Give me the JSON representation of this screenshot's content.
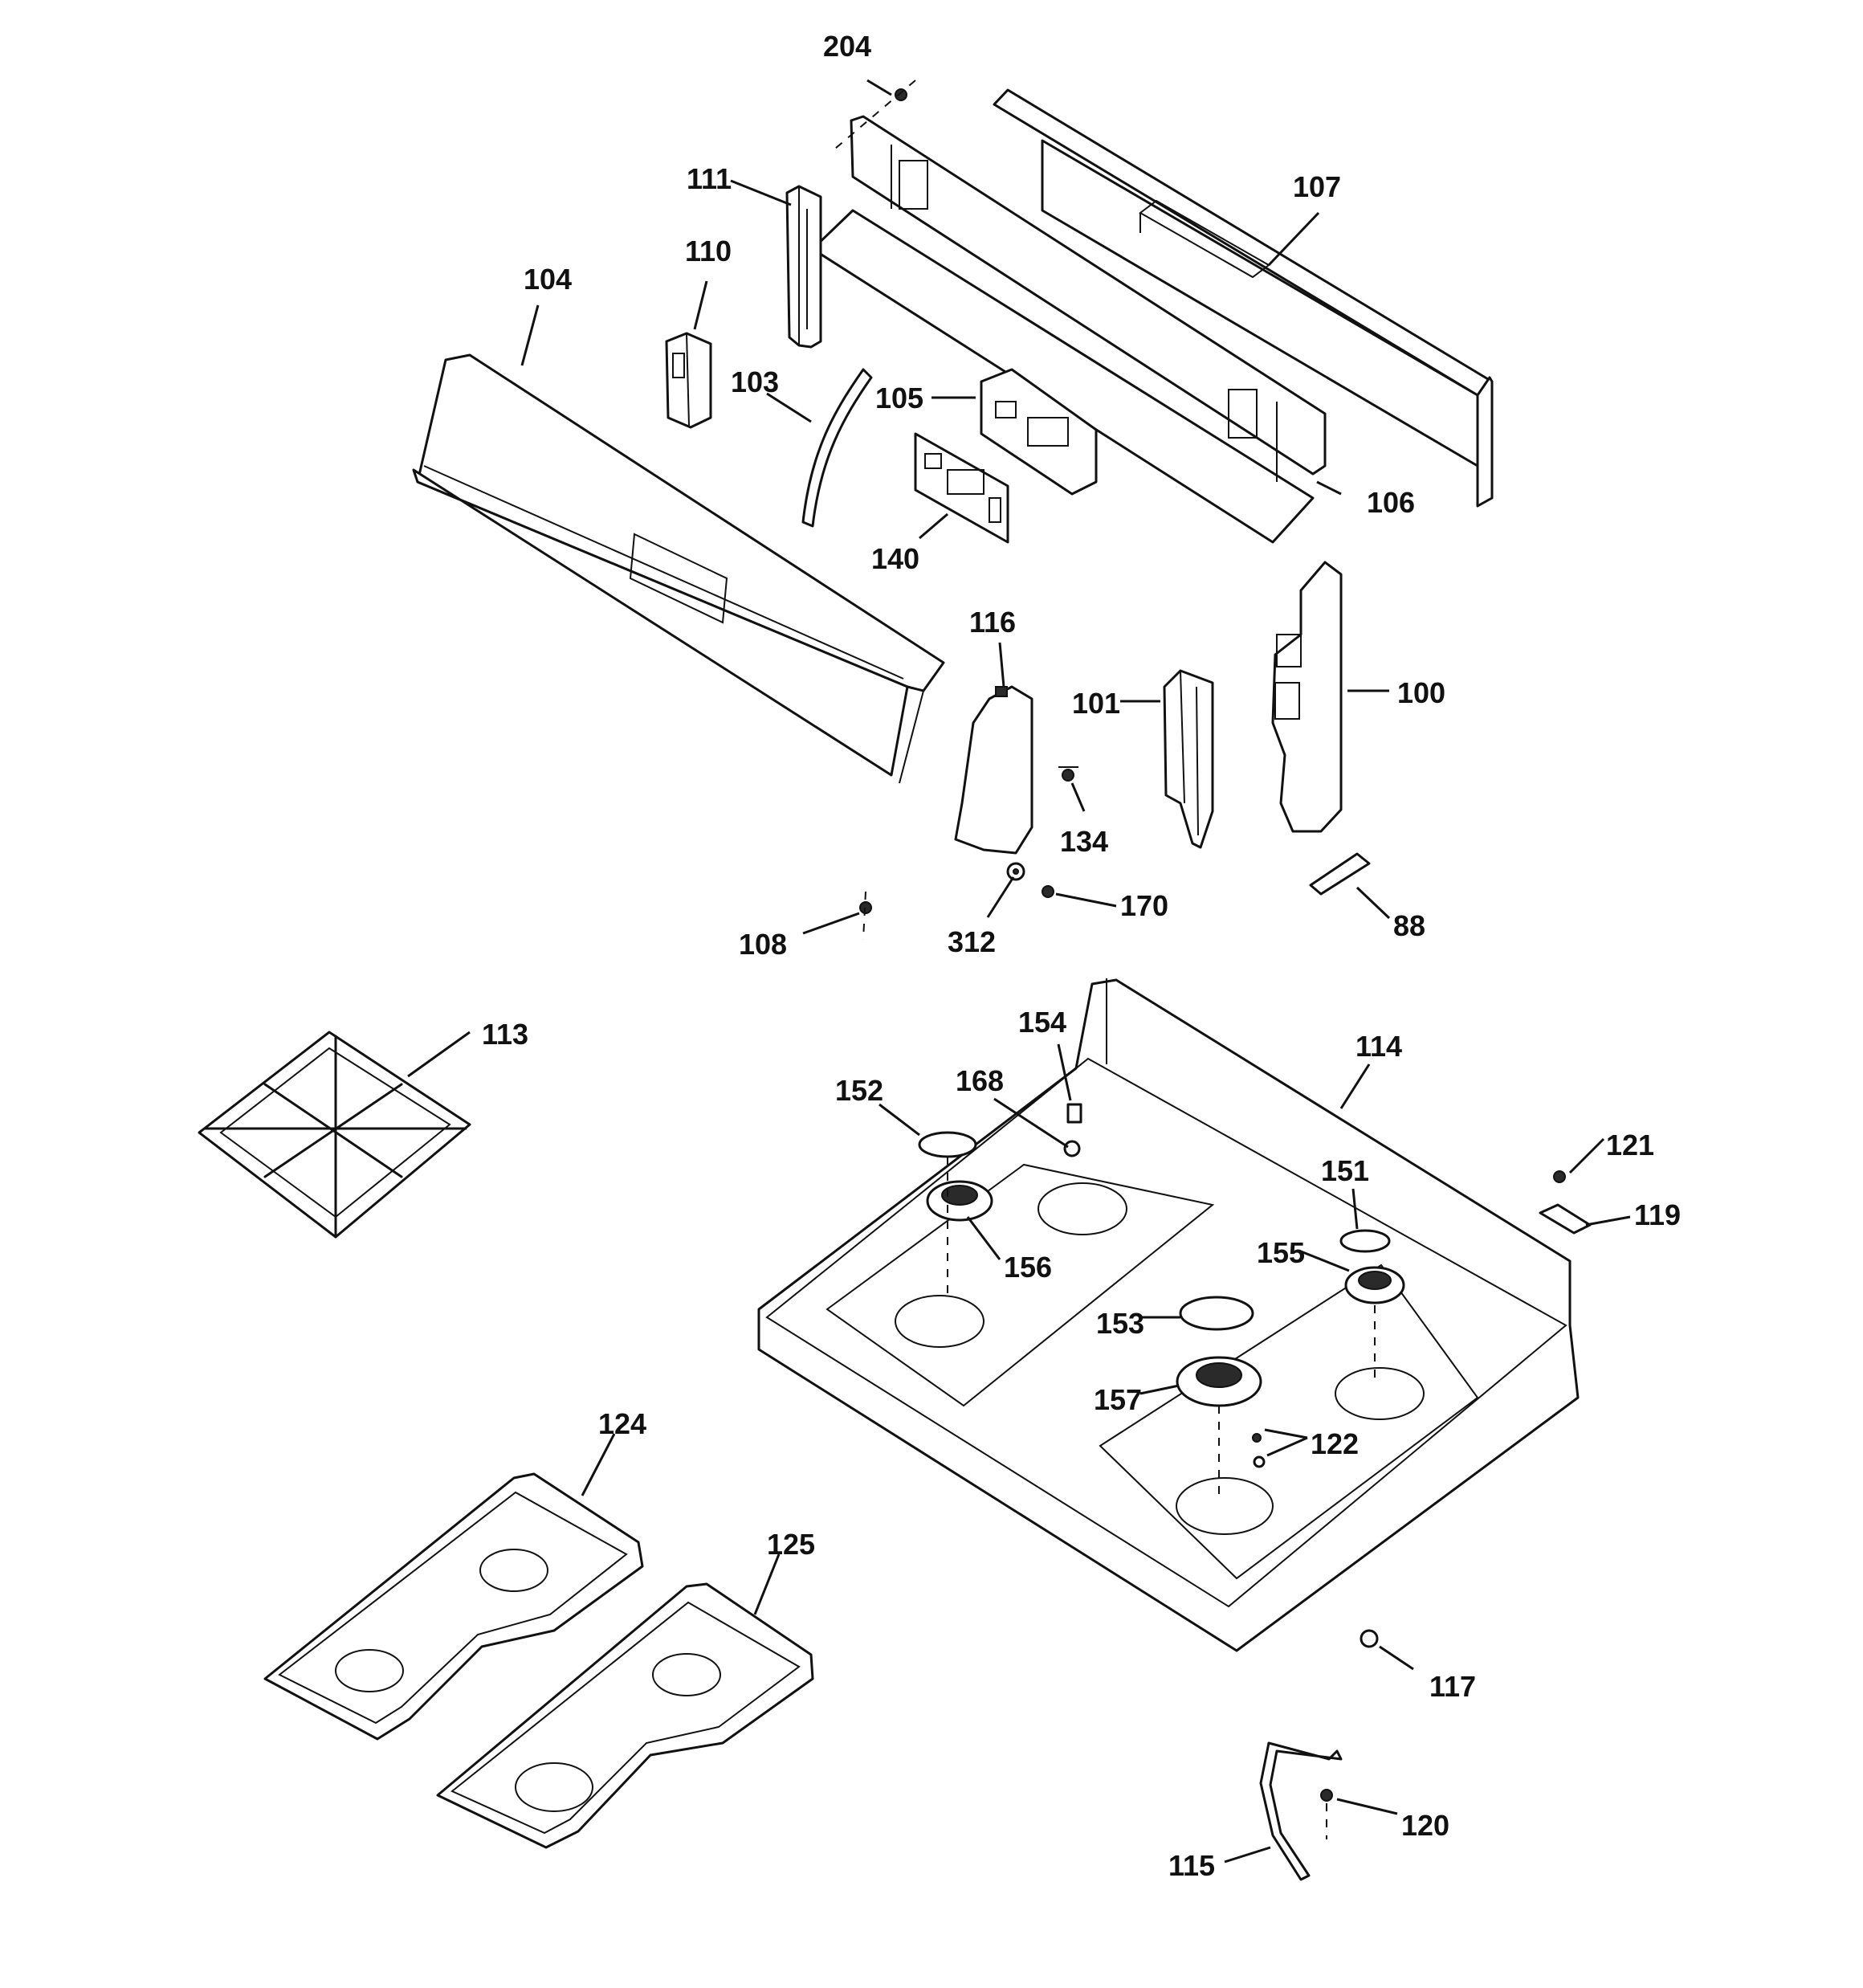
{
  "callouts": {
    "c204": "204",
    "c111": "111",
    "c107": "107",
    "c110": "110",
    "c104": "104",
    "c103": "103",
    "c105": "105",
    "c106": "106",
    "c140": "140",
    "c116": "116",
    "c101": "101",
    "c100": "100",
    "c134": "134",
    "c170": "170",
    "c312": "312",
    "c108": "108",
    "c88": "88",
    "c113": "113",
    "c154": "154",
    "c114": "114",
    "c152": "152",
    "c168": "168",
    "c121": "121",
    "c151": "151",
    "c119": "119",
    "c156": "156",
    "c155": "155",
    "c153": "153",
    "c157": "157",
    "c122": "122",
    "c124": "124",
    "c125": "125",
    "c117": "117",
    "c120": "120",
    "c115": "115"
  }
}
